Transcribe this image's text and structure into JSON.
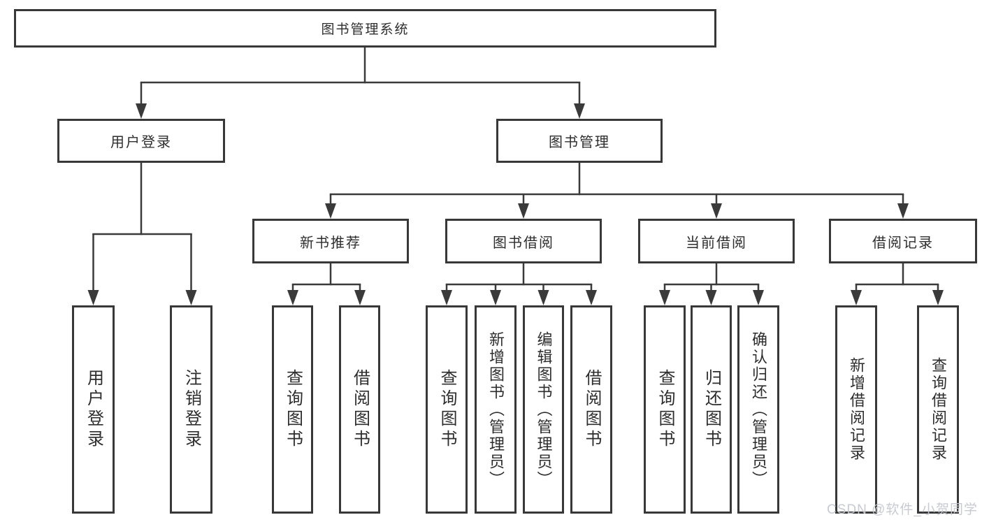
{
  "diagram": {
    "root": {
      "label": "图书管理系统"
    },
    "level2": [
      {
        "label": "用户登录"
      },
      {
        "label": "图书管理"
      }
    ],
    "level3": [
      {
        "label": "新书推荐"
      },
      {
        "label": "图书借阅"
      },
      {
        "label": "当前借阅"
      },
      {
        "label": "借阅记录"
      }
    ],
    "leaves": [
      {
        "label": "用户登录"
      },
      {
        "label": "注销登录"
      },
      {
        "label": "查询图书"
      },
      {
        "label": "借阅图书"
      },
      {
        "label": "查询图书"
      },
      {
        "label": "新增图书（管理员）"
      },
      {
        "label": "编辑图书（管理员）"
      },
      {
        "label": "借阅图书"
      },
      {
        "label": "查询图书"
      },
      {
        "label": "归还图书"
      },
      {
        "label": "确认归还（管理员）"
      },
      {
        "label": "新增借阅记录"
      },
      {
        "label": "查询借阅记录"
      }
    ],
    "watermark": "CSDN @软件_小贺同学",
    "colors": {
      "line": "#3a3a3a",
      "box_border": "#383838",
      "box_fill": "#ffffff",
      "text": "#2d2d2d",
      "watermark": "#c6c8d1"
    }
  }
}
